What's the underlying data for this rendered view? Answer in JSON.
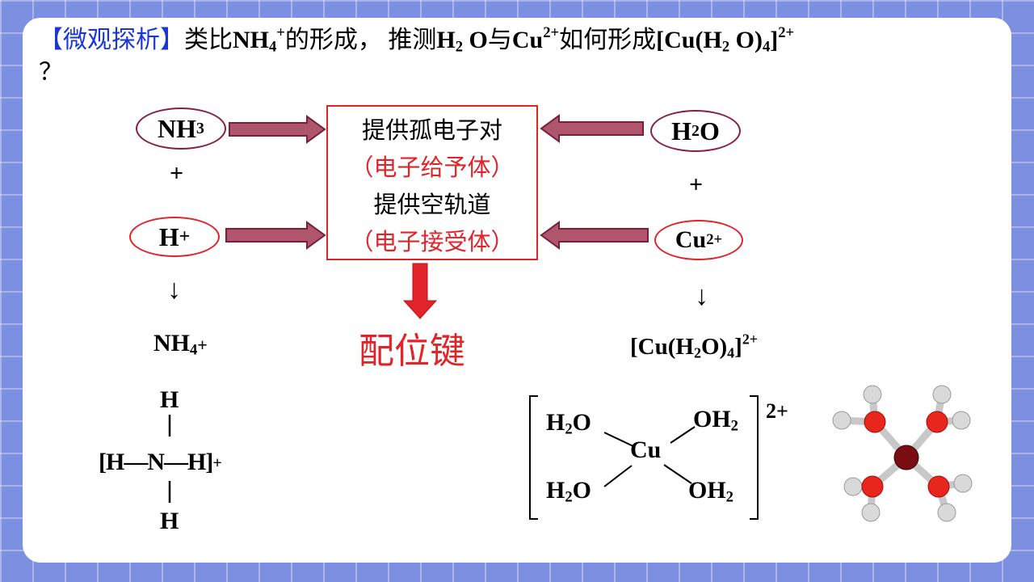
{
  "title": {
    "tag": "【微观探析】",
    "text_1": "类比",
    "f1": "NH",
    "f1_sub": "4",
    "f1_sup": "+",
    "text_2": "的形成， 推测",
    "f2": "H",
    "f2_sub": "2",
    "f2_end": " O",
    "text_3": "与",
    "f3": "Cu",
    "f3_sup": "2+",
    "text_4": "如何形成",
    "f4_a": "[Cu(H",
    "f4_sub": "2",
    "f4_b": " O)",
    "f4_sub2": "4",
    "f4_c": "]",
    "f4_sup": "2+",
    "q": "？"
  },
  "left": {
    "nh3": "NH",
    "nh3_sub": "3",
    "plus": "+",
    "hplus": "H",
    "hplus_sup": "+",
    "arrow": "↓",
    "nh4": "NH",
    "nh4_sub": "4",
    "nh4_sup": "+",
    "struct_h_top": "H",
    "struct_mid": "[H—N—H]",
    "struct_mid_sup": "+",
    "struct_h_bottom": "H"
  },
  "center": {
    "line1": "提供孤电子对",
    "line2": "（电子给予体）",
    "line3": "提供空轨道",
    "line4": "（电子接受体）",
    "result": "配位键"
  },
  "right": {
    "h2o": "H",
    "h2o_sub": "2",
    "h2o_end": "O",
    "plus": "+",
    "cu": "Cu",
    "cu_sup": "2+",
    "arrow": "↓",
    "complex_a": "[Cu(H",
    "complex_sub": "2",
    "complex_b": "O)",
    "complex_sub2": "4",
    "complex_c": "]",
    "complex_sup": "2+",
    "ligand_tl": "H",
    "ligand_tl_sub": "2",
    "ligand_tl_end": "O",
    "ligand_tr": "OH",
    "ligand_tr_sub": "2",
    "ligand_bl": "H",
    "ligand_bl_sub": "2",
    "ligand_bl_end": "O",
    "ligand_br": "OH",
    "ligand_br_sub": "2",
    "center_atom": "Cu",
    "charge": "2+"
  },
  "colors": {
    "arrow_fill": "#b0556e",
    "arrow_stroke": "#7a1f3a",
    "red": "#e0242a",
    "title_blue": "#1a36d6",
    "oxygen": "#e8261c",
    "hydrogen": "#d9d9d9",
    "copper": "#7a0d12"
  }
}
